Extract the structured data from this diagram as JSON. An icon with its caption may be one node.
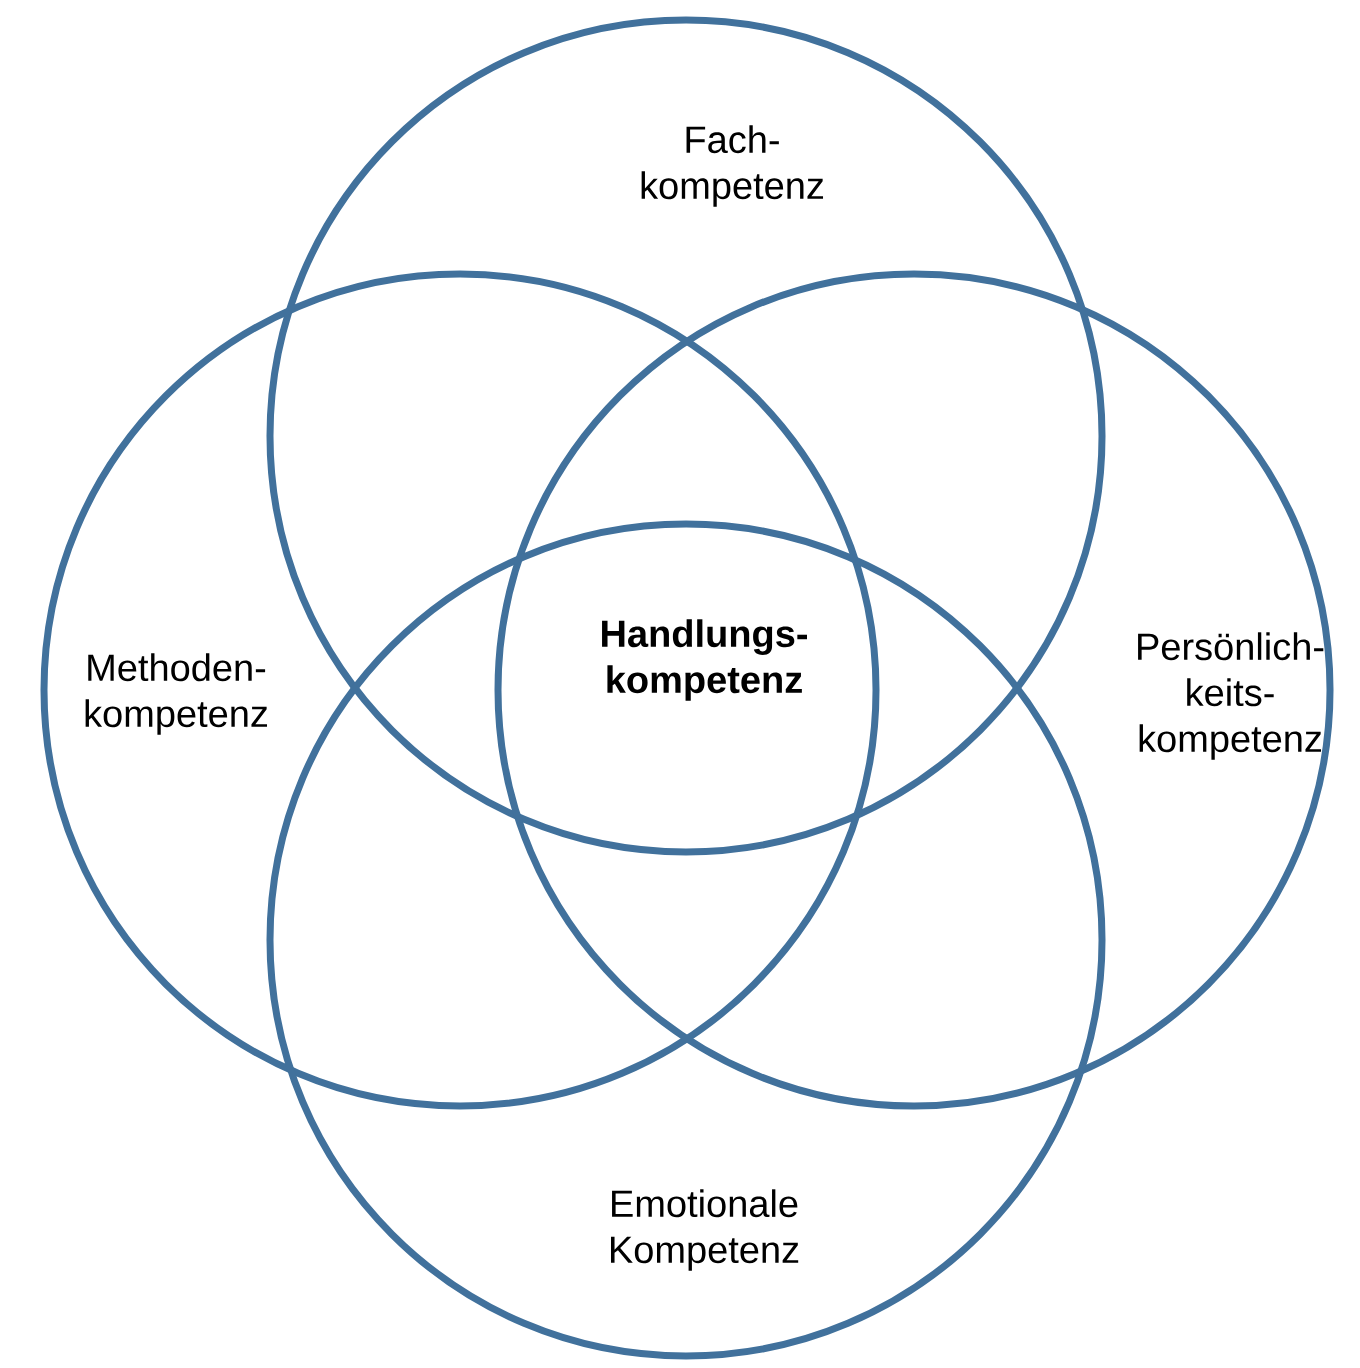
{
  "diagram": {
    "nodes": [
      {
        "text": [
          "Fach- kompetenz"
        ]
      },
      {
        "text": [
          "Methoden- kompetenz"
        ]
      },
      {
        "text": [
          "Persönlich- keits- kompetenz"
        ]
      },
      {
        "text": [
          "Emotionale Kompetenz"
        ]
      }
    ],
    "labels": [
      "Handlungs- kompetenz"
    ]
  }
}
